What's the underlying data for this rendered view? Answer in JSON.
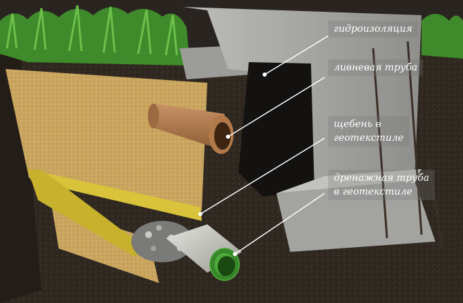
{
  "labels": {
    "waterproofing": "гидроизоляция",
    "storm_pipe": "ливневая труба",
    "gravel_line1": "щебень в",
    "gravel_line2": "геотекстиле",
    "drain_line1": "дренажная труба",
    "drain_line2": "в геотекстиле"
  },
  "colors": {
    "sand": "#c9a55f",
    "soil": "#2f2820",
    "concrete": "#a9a9a6",
    "grass": "#3f8a2a",
    "geotextile_band": "#d8c33a",
    "storm_pipe": "#b27a4a",
    "drain_pipe": "#4ea83a",
    "leader": "#ffffff"
  }
}
